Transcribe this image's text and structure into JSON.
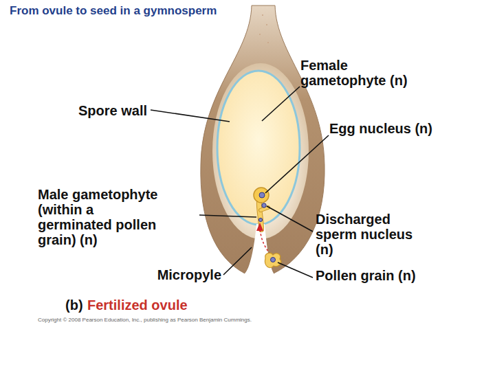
{
  "diagram": {
    "title": "From ovule to seed in a gymnosperm",
    "labels": [
      "Female gametophyte (n)",
      "Spore wall",
      "Egg nucleus (n)",
      "Male gametophyte (within a germinated pollen grain) (n)",
      "Discharged sperm nucleus (n)",
      "Micropyle",
      "Pollen grain (n)",
      "(b)",
      "Fertilized ovule",
      "Copyright © 2008 Pearson Education, Inc., publishing as Pearson Benjamin Cummings."
    ]
  }
}
